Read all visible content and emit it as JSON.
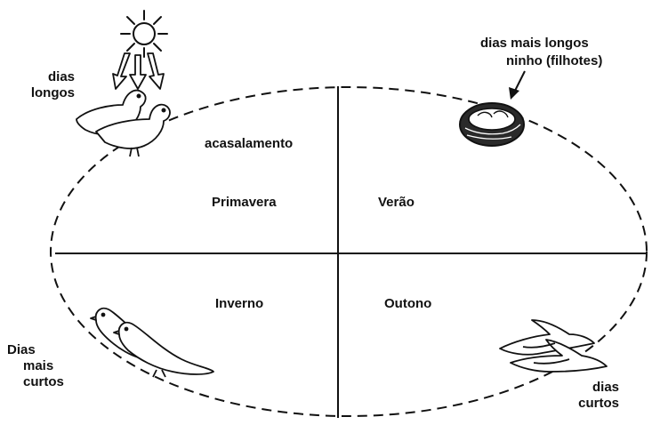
{
  "diagram": {
    "seasons": {
      "spring": "Primavera",
      "summer": "Verão",
      "winter": "Inverno",
      "autumn": "Outono"
    },
    "events": {
      "mating": "acasalamento",
      "nest": "ninho (filhotes)"
    },
    "day_length": {
      "long_days": [
        "dias",
        "longos"
      ],
      "longer_days": "dias mais longos",
      "shorter_days": [
        "Dias",
        "mais",
        "curtos"
      ],
      "short_days": [
        "dias",
        "curtos"
      ]
    },
    "illustrations": [
      "sun-icon",
      "sun-rays-arrows",
      "mating-birds-icon",
      "nest-icon",
      "resting-birds-icon",
      "flying-birds-icon"
    ],
    "colors": {
      "ink": "#111111",
      "paper": "#ffffff"
    }
  }
}
